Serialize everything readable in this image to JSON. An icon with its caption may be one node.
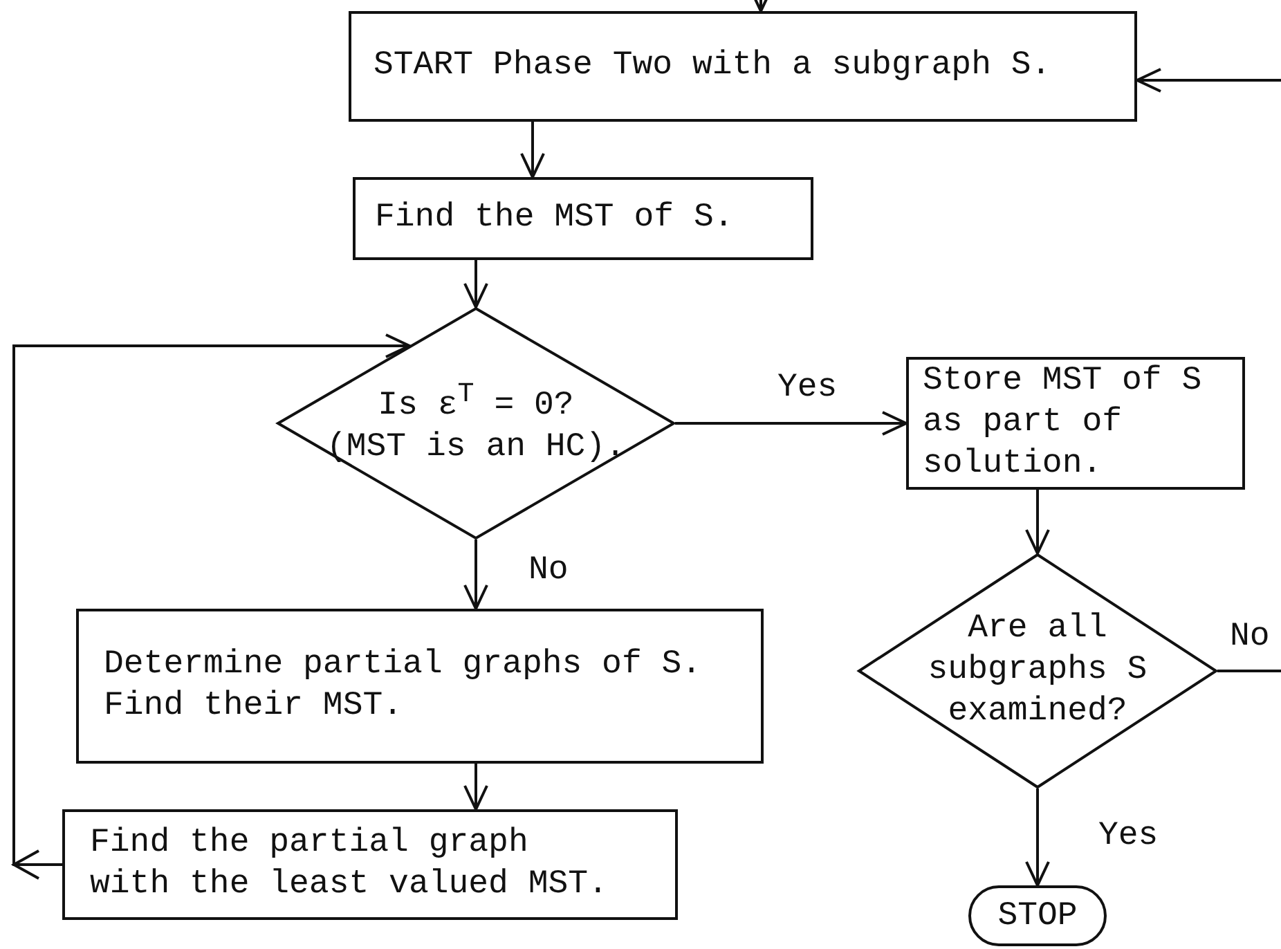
{
  "diagram": {
    "nodes": [
      {
        "text": [
          "START Phase Two with a subgraph S."
        ]
      },
      {
        "text": [
          "Find the MST of S."
        ]
      },
      {
        "text": [
          "Is ε$^{T}$ = 0?",
          "(MST is an HC)."
        ]
      },
      {
        "text": [
          "Store MST of S as part of solution."
        ]
      },
      {
        "text": [
          "Determine partial graphs of S.",
          "Find their MST."
        ]
      },
      {
        "text": [
          "Find the partial graph with the least valued MST."
        ]
      },
      {
        "text": [
          "Are all subgraphs S examined?"
        ]
      },
      {
        "text": [
          "STOP"
        ]
      }
    ],
    "edges": [
      {
        "from": null,
        "to": 0,
        "arrow": "to"
      },
      {
        "from": null,
        "to": 0,
        "arrow": "to"
      },
      {
        "from": 0,
        "to": 1,
        "arrow": "to"
      },
      {
        "from": 1,
        "to": 2,
        "arrow": "to"
      },
      {
        "from": 2,
        "to": 3,
        "arrow": "to",
        "label": "Yes"
      },
      {
        "from": 2,
        "to": 4,
        "arrow": "to",
        "label": "No"
      },
      {
        "from": 4,
        "to": 5,
        "arrow": "to"
      },
      {
        "from": 5,
        "to": 2,
        "arrow": "to"
      },
      {
        "from": 3,
        "to": 6,
        "arrow": "to"
      },
      {
        "from": 6,
        "to": null,
        "arrow": "none",
        "label": "No"
      },
      {
        "from": 6,
        "to": 7,
        "arrow": "to",
        "label": "Yes"
      }
    ]
  }
}
